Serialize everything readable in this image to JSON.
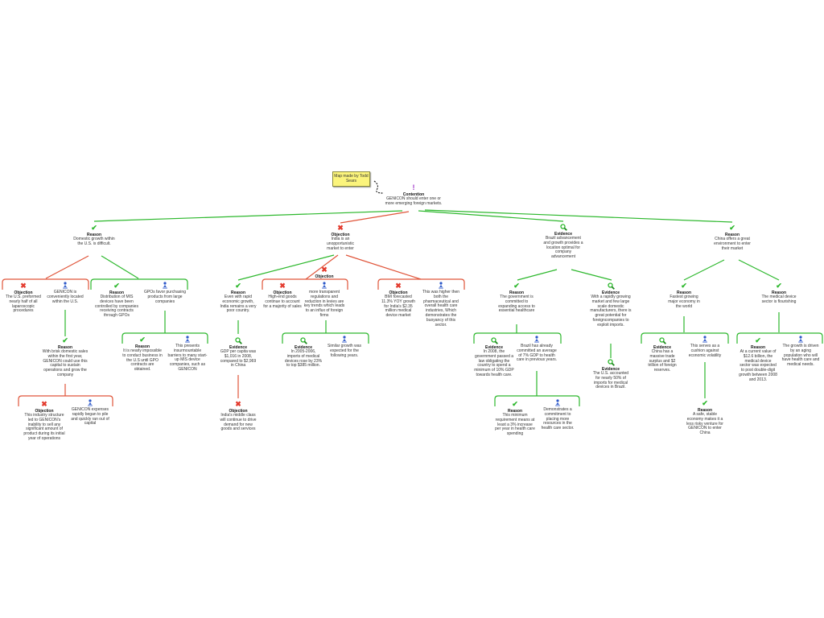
{
  "note": "Map made by Todd Sears",
  "colors": {
    "support": "#2db82d",
    "oppose": "#e0553a",
    "contention": "#a23bc9",
    "info": "#2b57c8",
    "note": "#fbf47c"
  },
  "nodes": {
    "n0": {
      "type": "contention",
      "label": "Contention",
      "text": "GENICON should enter one or more emerging foreign markets."
    },
    "n1": {
      "type": "reason",
      "label": "Reason",
      "text": "Domestic growth within the U.S. is difficult."
    },
    "n2": {
      "type": "objection",
      "label": "Objection",
      "text": "The U.S. preformed nearly half of all laparoscopic procedures"
    },
    "n3": {
      "type": "info",
      "text": "GENICON is conveniently located within the U.S."
    },
    "n4": {
      "type": "reason",
      "label": "Reason",
      "text": "Distribution of MIS devices have been controlled by companies receiving contracts through GPOs"
    },
    "n5": {
      "type": "info",
      "text": "GPOs favor purchasing products from large companies"
    },
    "n6": {
      "type": "reason",
      "label": "Reason",
      "text": "With brisk domestic sales within the first year, GENICON could use this capital to sustain operations and grow the company"
    },
    "n7": {
      "type": "objection",
      "label": "Objection",
      "text": "This industry structure led to GENICON's inability to sell any significant amount of product during its initial year of operations"
    },
    "n8": {
      "type": "info",
      "text": "GENICON expenses rapidly began to pile and quickly ran out of capital"
    },
    "n9": {
      "type": "reason",
      "label": "Reason",
      "text": "It is nearly impossible to conduct business in the U.S until GPO contracts are obtained."
    },
    "n10": {
      "type": "info",
      "text": "This presents insurmountable barriers to many start-up MIS device companies, such as GENICON"
    },
    "n11": {
      "type": "objection",
      "label": "Objection",
      "text": "India is an unopportunistic market to enter"
    },
    "n12": {
      "type": "reason",
      "label": "Reason",
      "text": "Even with rapid economic growth, India remains a very poor country."
    },
    "n13": {
      "type": "evidence",
      "label": "Evidence",
      "text": "GDP per capita was $1,016 in 2008, compared to $2,969 in China"
    },
    "n14": {
      "type": "objection",
      "label": "Objection",
      "text": "India's middle class will continue to drive demand for new goods and services"
    },
    "n15": {
      "type": "objection",
      "label": "Objection",
      "text": "High-end goods continue to account for a majority of sales"
    },
    "n16": {
      "type": "info",
      "text": "more transparent regulations and reduction in levies are key trends which leads to an influx of foreign firms"
    },
    "n16b": {
      "type": "objection",
      "label": "Objection",
      "text": ""
    },
    "n17": {
      "type": "evidence",
      "label": "Evidence",
      "text": "In 2005-2006, imports of medical devices rose by 23% to top $385 million."
    },
    "n18": {
      "type": "info",
      "text": "Similar growth was expected for the following years."
    },
    "n19": {
      "type": "objection",
      "label": "Objection",
      "text": "BMI forecasted 11.3% YOY growth for India's $2.35 million medical device market"
    },
    "n20": {
      "type": "info",
      "text": "This was higher then both the pharmaceutical and overall health care industries, Which demonstrates the buoyancy of this sector."
    },
    "n21": {
      "type": "evidence",
      "label": "Evidence",
      "text": "Brazil advancement and growth provides a location optimal for company advancement"
    },
    "n22": {
      "type": "reason",
      "label": "Reason",
      "text": "The government is committed to expanding access to essential healthcare"
    },
    "n23": {
      "type": "evidence",
      "label": "Evidence",
      "text": "In 2008, the government passed a law obligating the country to spend a minimum of 10% GDP towards health care."
    },
    "n24": {
      "type": "info",
      "text": "Brazil has already committed an average of 7% GDP to health care in previous years."
    },
    "n25": {
      "type": "reason",
      "label": "Reason",
      "text": "This minimum requirement means at least a 3% increase per year in health care spending"
    },
    "n26": {
      "type": "info",
      "text": "Demonstrates a commitment to placing more resources in the health care sector."
    },
    "n27": {
      "type": "evidence",
      "label": "Evidence",
      "text": "With a rapidly growing market and few large scale domestic manufacturers, there is great potential for foreigncompanies to exploit imports."
    },
    "n28": {
      "type": "evidence",
      "label": "Evidence",
      "text": "The U.S. accounted for nearly 50% of imports for medical devices in Brazil."
    },
    "n29": {
      "type": "reason",
      "label": "Reason",
      "text": "China offers a great environment to enter their market"
    },
    "n30": {
      "type": "reason",
      "label": "Reason",
      "text": "Fastest growing major economy in the world"
    },
    "n31": {
      "type": "reason",
      "label": "Reason",
      "text": "The medical device sector is flourishing"
    },
    "n32": {
      "type": "evidence",
      "label": "Evidence",
      "text": "China has a massive trade surplus and $2 trillion of foreign reserves."
    },
    "n33": {
      "type": "info",
      "text": "This serves as a cushion against economic volatility"
    },
    "n34": {
      "type": "reason",
      "label": "Reason",
      "text": "A safe, stable economy makes it a less risky venture for GENICON to enter China"
    },
    "n35": {
      "type": "reason",
      "label": "Reason",
      "text": "At a current value of $12.6 billion, the medical device sector was expected to post double-digit growth between 2008 and 2013."
    },
    "n36": {
      "type": "info",
      "text": "The growth is driven by an aging population who will have health care and medical needs."
    }
  }
}
